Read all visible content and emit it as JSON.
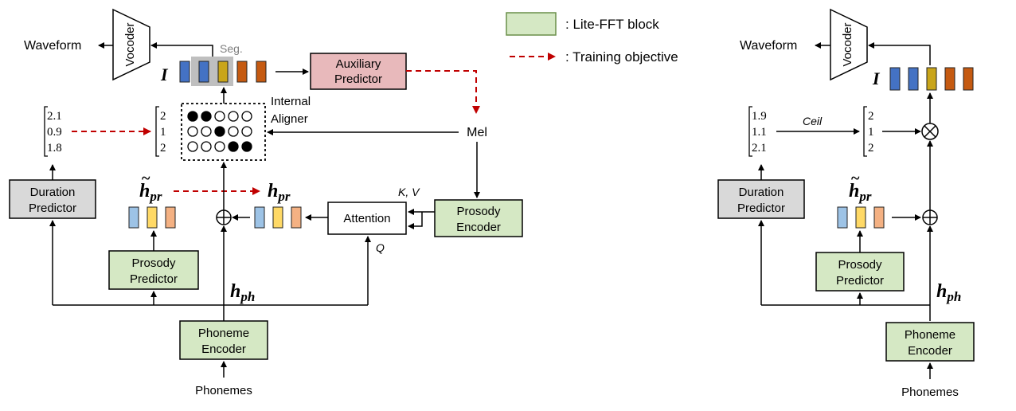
{
  "legend": {
    "lite_fft": ": Lite-FFT block",
    "training_objective": ": Training objective"
  },
  "colors": {
    "lite_fft_fill": "#d5e8c4",
    "gray_fill": "#d9d9d9",
    "aux_fill": "#e8b9bb",
    "red_dashed": "#c00000",
    "blue": "#4472c4",
    "yellow": "#c9a51a",
    "orange": "#c55a11",
    "light_blue": "#9dc3e6",
    "light_yellow": "#ffd966",
    "light_orange": "#f4b183"
  },
  "training": {
    "waveform": "Waveform",
    "vocoder": "Vocoder",
    "seg": "Seg.",
    "I": "I",
    "auxiliary_line1": "Auxiliary",
    "auxiliary_line2": "Predictor",
    "internal_aligner_line1": "Internal",
    "internal_aligner_line2": "Aligner",
    "mel": "Mel",
    "durations": [
      "2.1",
      "0.9",
      "1.8"
    ],
    "int_durations": [
      "2",
      "1",
      "2"
    ],
    "duration_predictor_line1": "Duration",
    "duration_predictor_line2": "Predictor",
    "h_pr_tilde": "h",
    "h_pr_sub": "pr",
    "attention": "Attention",
    "kv": "K, V",
    "q": "Q",
    "prosody_encoder_line1": "Prosody",
    "prosody_encoder_line2": "Encoder",
    "prosody_predictor_line1": "Prosody",
    "prosody_predictor_line2": "Predictor",
    "h_ph": "h",
    "h_ph_sub": "ph",
    "phoneme_encoder_line1": "Phoneme",
    "phoneme_encoder_line2": "Encoder",
    "phonemes": "Phonemes"
  },
  "inference": {
    "waveform": "Waveform",
    "vocoder": "Vocoder",
    "I": "I",
    "durations": [
      "1.9",
      "1.1",
      "2.1"
    ],
    "ceil": "Ceil",
    "int_durations": [
      "2",
      "1",
      "2"
    ],
    "duration_predictor_line1": "Duration",
    "duration_predictor_line2": "Predictor",
    "h_pr_tilde": "h",
    "h_pr_sub": "pr",
    "prosody_predictor_line1": "Prosody",
    "prosody_predictor_line2": "Predictor",
    "h_ph": "h",
    "h_ph_sub": "ph",
    "phoneme_encoder_line1": "Phoneme",
    "phoneme_encoder_line2": "Encoder",
    "phonemes": "Phonemes"
  }
}
